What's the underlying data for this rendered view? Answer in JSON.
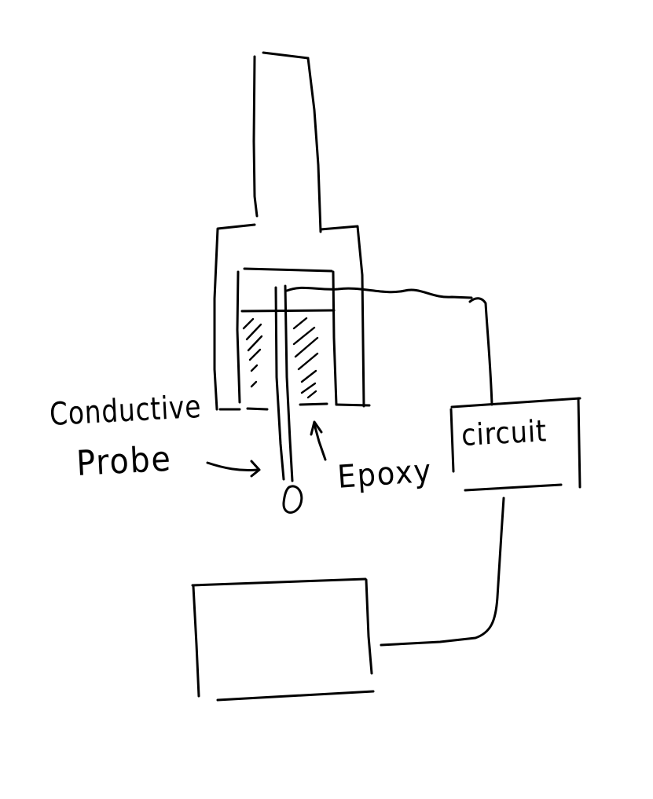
{
  "diagram": {
    "labels": {
      "conductive": "Conductive",
      "probe": "Probe",
      "epoxy": "Epoxy",
      "circuit": "circuit"
    },
    "ink_color": "#000000",
    "background_color": "#ffffff"
  }
}
